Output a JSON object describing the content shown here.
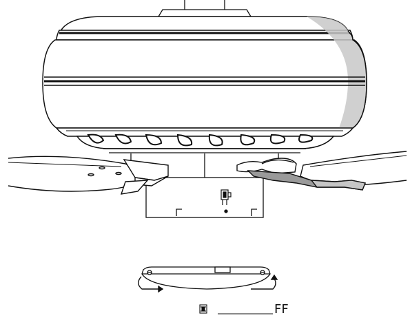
{
  "diagram": {
    "switch_label": "FF",
    "icons": [
      "fan-motor-housing",
      "fan-blade",
      "blade-iron",
      "switch-housing",
      "reverse-switch-icon",
      "rotation-arrow"
    ]
  }
}
